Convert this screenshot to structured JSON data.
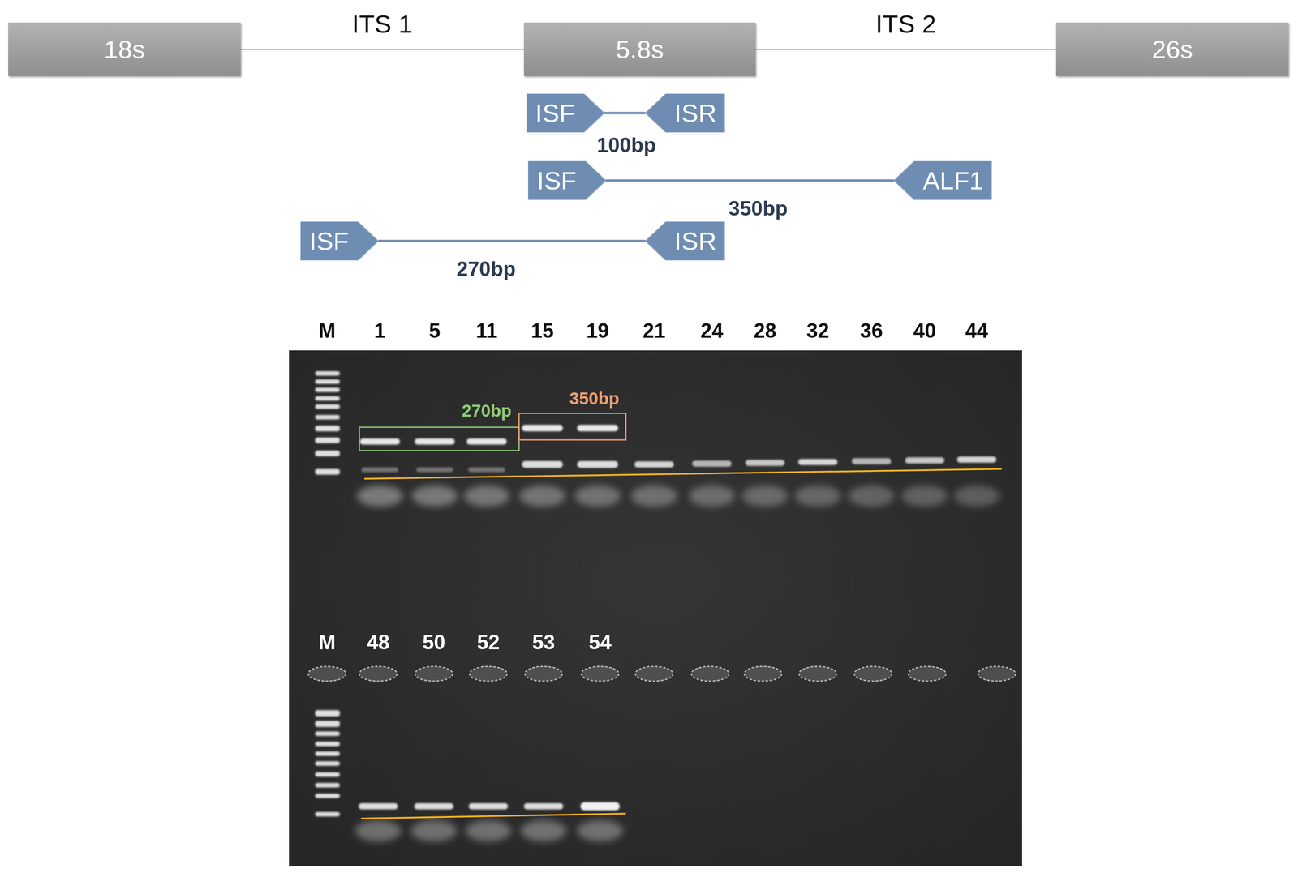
{
  "diagram": {
    "nodes": [
      {
        "text": [
          "18s"
        ]
      },
      {
        "text": [
          "5.8s"
        ]
      },
      {
        "text": [
          "26s"
        ]
      },
      {
        "text": [
          "ISF"
        ]
      },
      {
        "text": [
          "ISR"
        ]
      },
      {
        "text": [
          "ISF"
        ]
      },
      {
        "text": [
          "ALF1"
        ]
      },
      {
        "text": [
          "ISF"
        ]
      },
      {
        "text": [
          "ISR"
        ]
      }
    ],
    "edges": [
      {
        "from": 0,
        "to": 1,
        "arrow": "none",
        "label": "ITS 1"
      },
      {
        "from": 1,
        "to": 2,
        "arrow": "none",
        "label": "ITS 2"
      },
      {
        "from": 3,
        "to": 4,
        "arrow": "none",
        "label": "100bp"
      },
      {
        "from": 5,
        "to": 6,
        "arrow": "none",
        "label": "350bp"
      },
      {
        "from": 7,
        "to": 8,
        "arrow": "none",
        "label": "270bp"
      }
    ],
    "labels": [
      "M",
      "1",
      "5",
      "11",
      "15",
      "19",
      "21",
      "24",
      "28",
      "32",
      "36",
      "40",
      "44",
      "270bp",
      "350bp",
      "M",
      "48",
      "50",
      "52",
      "53",
      "54"
    ]
  }
}
